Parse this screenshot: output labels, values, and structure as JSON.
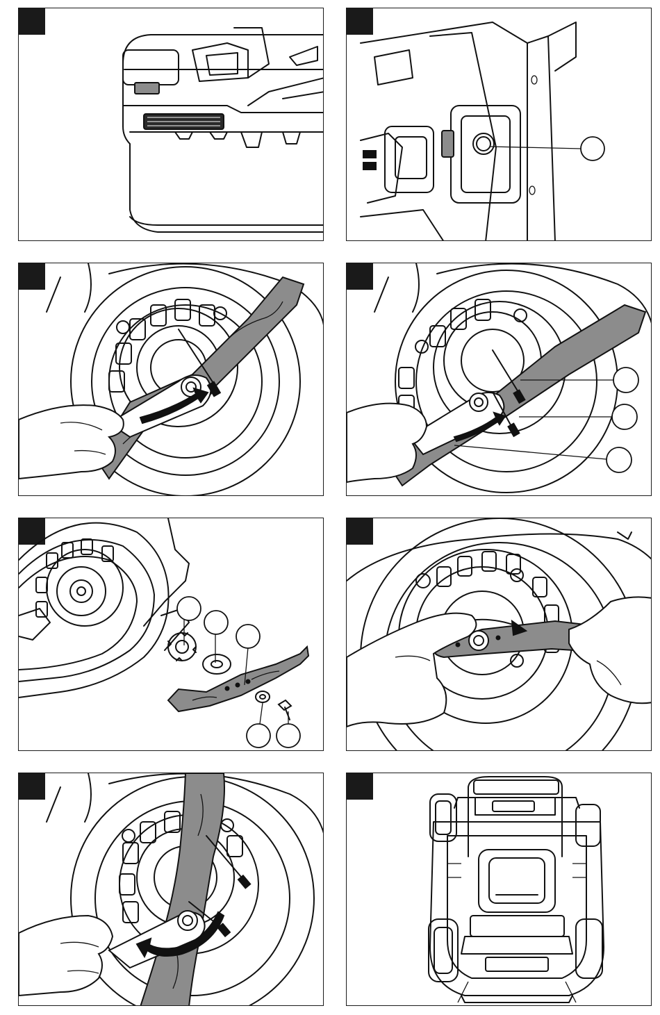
{
  "document": {
    "type": "instruction-illustration-sheet",
    "panels": [
      {
        "id": "step-1",
        "subject": "battery-pack"
      },
      {
        "id": "step-2",
        "subject": "battery-compartment-release",
        "callouts": 1
      },
      {
        "id": "step-3",
        "subject": "loosen-blade-bolt-with-wrench"
      },
      {
        "id": "step-4",
        "subject": "blade-bolt-wrench-callouts",
        "callouts": 3
      },
      {
        "id": "step-5",
        "subject": "blade-assembly-exploded-view",
        "callouts": 5
      },
      {
        "id": "step-6",
        "subject": "check-blade-balance"
      },
      {
        "id": "step-7",
        "subject": "tighten-blade-bolt-with-wrench"
      },
      {
        "id": "step-8",
        "subject": "mower-top-view"
      }
    ]
  },
  "colors": {
    "line": "#111111",
    "marker": "#1a1a1a",
    "blade_fill": "#8c8c8c",
    "background": "#ffffff"
  }
}
